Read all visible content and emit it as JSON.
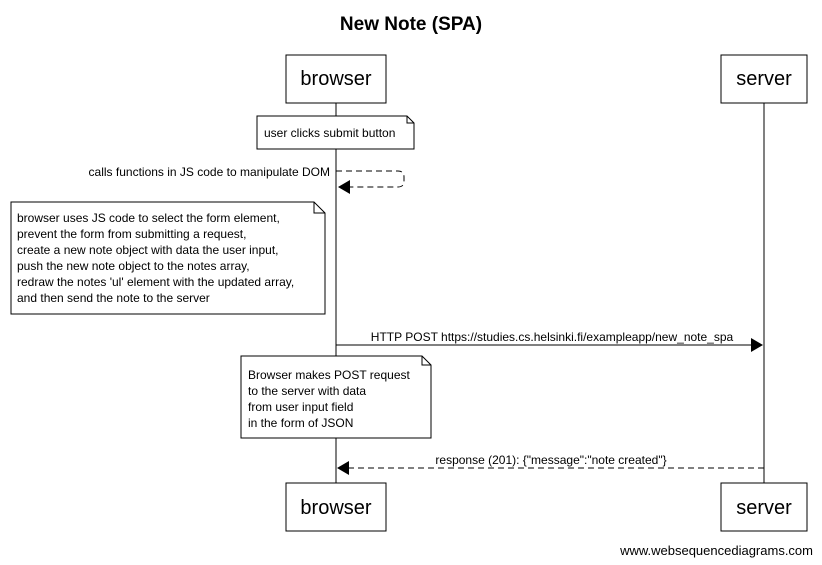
{
  "title": "New Note (SPA)",
  "participants": {
    "browser": "browser",
    "server": "server"
  },
  "notes": {
    "click": "user clicks submit button",
    "js": [
      "browser uses JS code to select the form element,",
      "prevent the form from submitting a request,",
      "create a new note object with data the user input,",
      "push the new note object to the notes array,",
      "redraw the notes 'ul' element with the updated array,",
      "and then send the note to the server"
    ],
    "post": [
      "Browser makes POST request",
      "to the server with data",
      "from user input field",
      "in the form of JSON"
    ]
  },
  "messages": {
    "self_call": "calls functions in JS code to manipulate DOM",
    "http_post": "HTTP POST https://studies.cs.helsinki.fi/exampleapp/new_note_spa",
    "response": "response (201): {\"message\":\"note created\"}"
  },
  "watermark": "www.websequencediagrams.com"
}
